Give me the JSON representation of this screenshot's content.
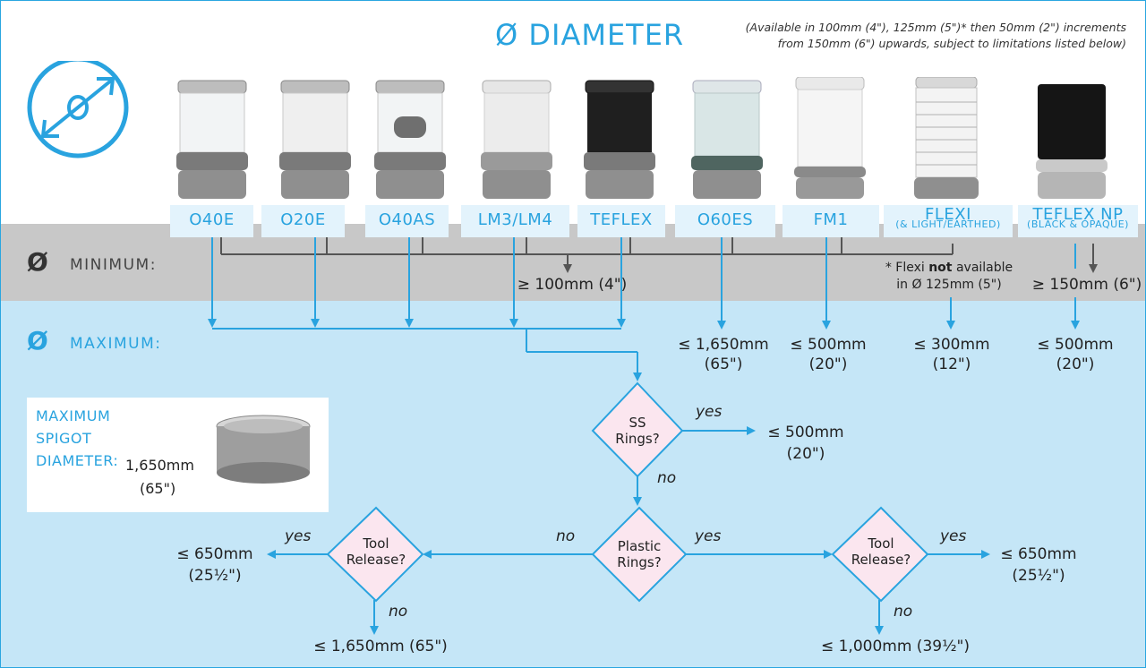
{
  "header": {
    "title": "Ø DIAMETER",
    "note_line1": "(Available in 100mm (4\"), 125mm (5\")* then 50mm (2\") increments",
    "note_line2": "from 150mm (6\") upwards, subject to limitations listed below)"
  },
  "products": [
    {
      "label": "O40E"
    },
    {
      "label": "O20E"
    },
    {
      "label": "O40AS"
    },
    {
      "label": "LM3/LM4"
    },
    {
      "label": "TEFLEX"
    },
    {
      "label": "O60ES"
    },
    {
      "label": "FM1"
    },
    {
      "label": "FLEXI",
      "sub": "(& LIGHT/EARTHED)"
    },
    {
      "label": "TEFLEX NP",
      "sub": "(BLACK & OPAQUE)"
    }
  ],
  "rows": {
    "symbol": "Ø",
    "minimum": "MINIMUM:",
    "maximum": "MAXIMUM:"
  },
  "minimums": {
    "general": "≥ 100mm (4\")",
    "flexi_note_1": "* Flexi",
    "flexi_note_not": "not",
    "flexi_note_2": "available",
    "flexi_note_3": "in Ø 125mm (5\")",
    "teflex_np": "≥ 150mm (6\")"
  },
  "maximums": {
    "o60es": "≤ 1,650mm",
    "o60es_in": "(65\")",
    "fm1": "≤ 500mm",
    "fm1_in": "(20\")",
    "flexi": "≤ 300mm",
    "flexi_in": "(12\")",
    "teflex_np": "≤ 500mm",
    "teflex_np_in": "(20\")"
  },
  "spigot": {
    "line1": "MAXIMUM",
    "line2": "SPIGOT",
    "line3": "DIAMETER:",
    "value": "1,650mm",
    "value_in": "(65\")"
  },
  "flow": {
    "ss_q1": "SS",
    "ss_q2": "Rings?",
    "ss_yes": "yes",
    "ss_yes_val": "≤ 500mm",
    "ss_yes_in": "(20\")",
    "ss_no": "no",
    "plastic_q1": "Plastic",
    "plastic_q2": "Rings?",
    "plastic_no": "no",
    "plastic_yes": "yes",
    "tool_q1": "Tool",
    "tool_q2": "Release?",
    "left_yes": "yes",
    "left_yes_val": "≤ 650mm",
    "left_yes_in": "(25½\")",
    "left_no": "no",
    "left_no_val": "≤ 1,650mm (65\")",
    "right_yes": "yes",
    "right_yes_val": "≤ 650mm",
    "right_yes_in": "(25½\")",
    "right_no": "no",
    "right_no_val": "≤ 1,000mm (39½\")"
  },
  "colors": {
    "accent": "#29a3df",
    "grey_band": "#c8c8c8",
    "blue_band": "#c5e6f7",
    "diamond_fill": "#fbe6ef",
    "arrow_grey": "#555555"
  }
}
